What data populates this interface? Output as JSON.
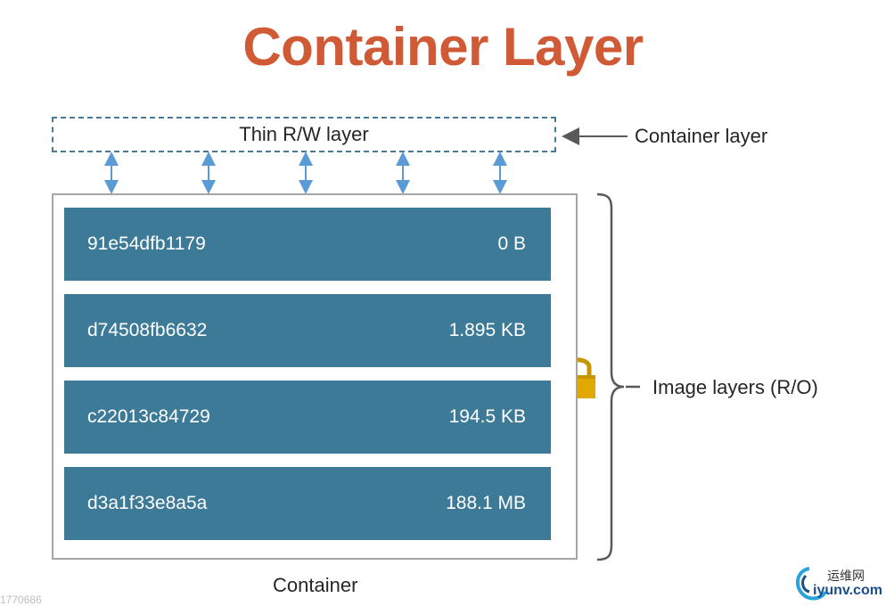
{
  "title": "Container Layer",
  "thin_layer": {
    "label": "Thin R/W layer"
  },
  "callouts": {
    "container_layer": "Container layer",
    "image_layers": "Image layers (R/O)"
  },
  "layers": [
    {
      "id": "91e54dfb1179",
      "size": "0 B"
    },
    {
      "id": "d74508fb6632",
      "size": "1.895 KB"
    },
    {
      "id": "c22013c84729",
      "size": "194.5 KB"
    },
    {
      "id": "d3a1f33e8a5a",
      "size": "188.1 MB"
    }
  ],
  "container_label": "Container",
  "watermark": {
    "partial_text": "1770686",
    "logo_cn": "运维网",
    "logo_en": "iyunv.com"
  },
  "colors": {
    "title": "#d05a35",
    "layer_fill": "#3d7a98",
    "arrow": "#5b9bd5",
    "lock": "#e0a800"
  },
  "icons": [
    "lock-icon",
    "double-arrow-icon",
    "left-arrow-icon",
    "brace-icon"
  ]
}
